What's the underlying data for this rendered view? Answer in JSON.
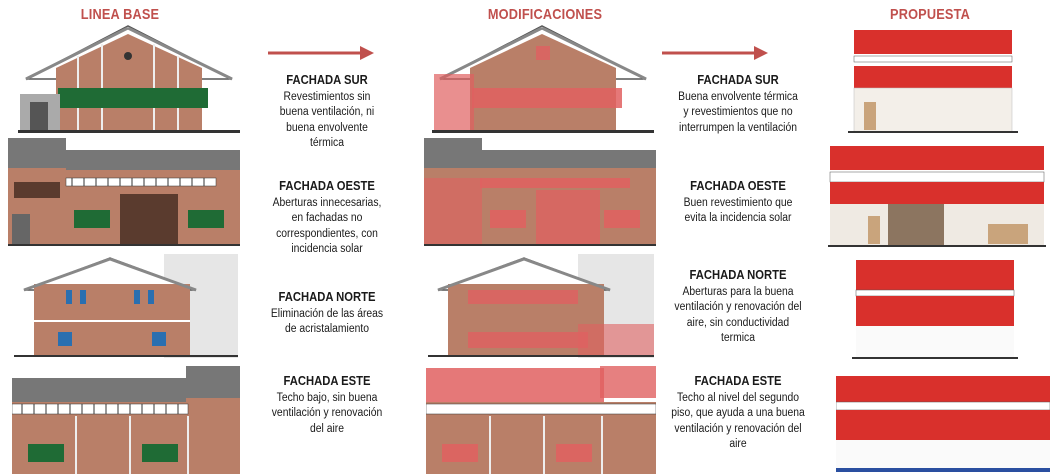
{
  "columns": {
    "baseline": "LINEA BASE",
    "modifications": "MODIFICACIONES",
    "proposal": "PROPUESTA"
  },
  "current_state": [
    {
      "title": "FACHADA SUR",
      "text": "Revestimientos sin buena ventilación, ni buena envolvente térmica"
    },
    {
      "title": "FACHADA OESTE",
      "text": "Aberturas innecesarias, en fachadas no correspondientes, con incidencia solar"
    },
    {
      "title": "FACHADA NORTE",
      "text": "Eliminación de las áreas de acristalamiento"
    },
    {
      "title": "FACHADA ESTE",
      "text": "Techo bajo, sin buena ventilación y renovación del aire"
    }
  ],
  "improvements": [
    {
      "title": "FACHADA SUR",
      "text": "Buena envolvente térmica y revestimientos que no interrumpen la ventilación"
    },
    {
      "title": "FACHADA OESTE",
      "text": "Buen revestimiento que evita la incidencia solar"
    },
    {
      "title": "FACHADA NORTE",
      "text": "Aberturas para la buena ventilación y renovación del aire, sin conductividad termica"
    },
    {
      "title": "FACHADA ESTE",
      "text": "Techo al nivel del segundo piso, que ayuda a una buena ventilación y renovación del aire"
    }
  ],
  "colors": {
    "accent": "#c0504d",
    "brick": "#b97f68",
    "highlight": "#e06060",
    "cladding": "#d9302c",
    "roof": "#7a7a7a",
    "glass_green": "#1f6b35"
  },
  "icons": [
    "arrow-right-icon"
  ]
}
